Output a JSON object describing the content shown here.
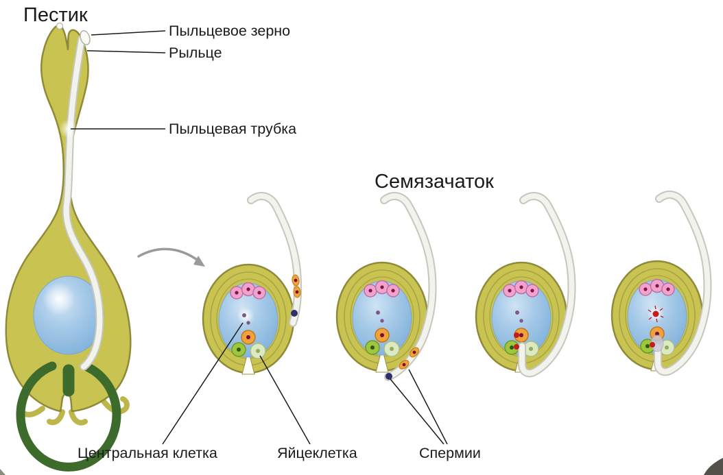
{
  "titles": {
    "pistil": "Пестик",
    "ovule_section": "Семязачаток"
  },
  "callouts": {
    "pollen_grain": "Пыльцевое зерно",
    "stigma": "Рыльце",
    "pollen_tube": "Пыльцевая трубка",
    "central_cell": "Центральная клетка",
    "egg_cell": "Яйцеклетка",
    "sperm_cells": "Спермии"
  },
  "colors": {
    "pistil_body": "#c9c352",
    "pistil_outline": "#8f8a3a",
    "ovary_ring_green": "#3d6b2b",
    "embryo_sac_blue": "#8fbce2",
    "pollen_tube_white": "#f3f3ee",
    "pollen_tube_edge": "#c6c6bc",
    "antipodal_pink": "#f2a2ce",
    "synergid_orange": "#f0a23c",
    "helper_cell_green": "#9ec63e",
    "egg_cell_pale": "#dceac2",
    "sperm_red": "#c41c1c",
    "tube_nucleus_navy": "#2f2f6e",
    "label_text": "#1a1a1a"
  }
}
